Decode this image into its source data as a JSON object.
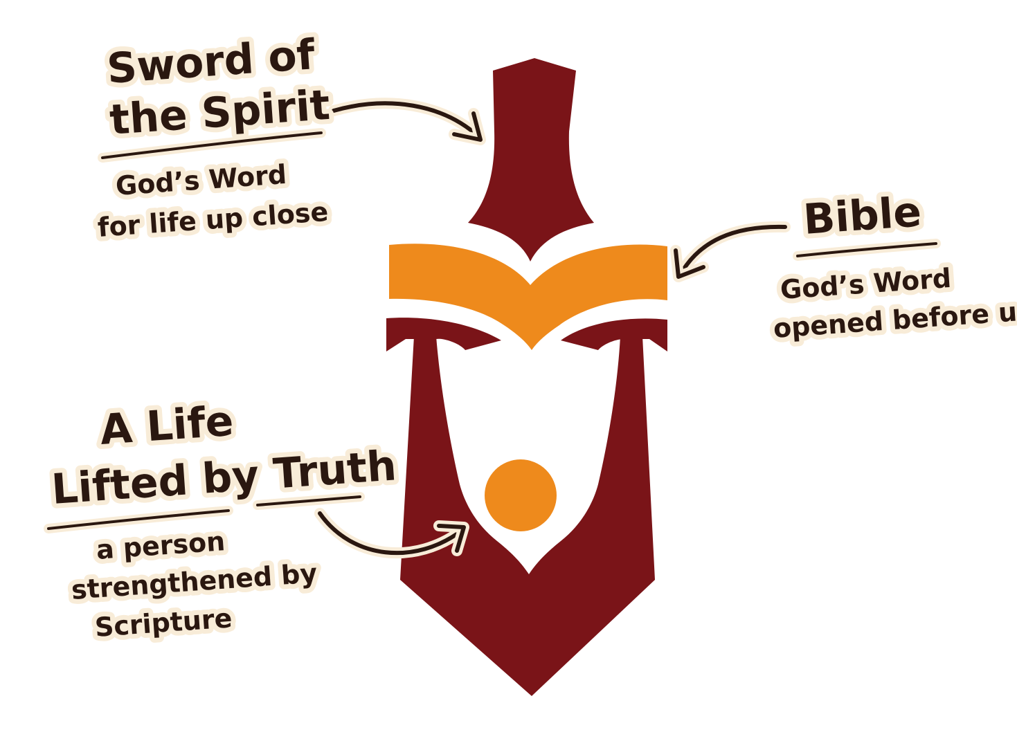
{
  "colors": {
    "maroon": "#7a1418",
    "orange": "#ee8a1c",
    "ink": "#2a1710",
    "halo": "#f8ecd8"
  },
  "icons": {
    "sword": "sword-icon",
    "book": "open-book-icon",
    "person": "person-head-icon"
  },
  "labels": {
    "sword": {
      "title_line1": "Sword of",
      "title_line2": "the Spirit",
      "desc_line1": "God’s Word",
      "desc_line2": "for life up close"
    },
    "bible": {
      "title_line1": "Bible",
      "desc_line1": "God’s Word",
      "desc_line2": "opened before us"
    },
    "life": {
      "title_line1": "A Life",
      "title_line2": "Lifted by Truth",
      "desc_line1": "a person",
      "desc_line2": "strengthened by",
      "desc_line3": "Scripture"
    }
  }
}
